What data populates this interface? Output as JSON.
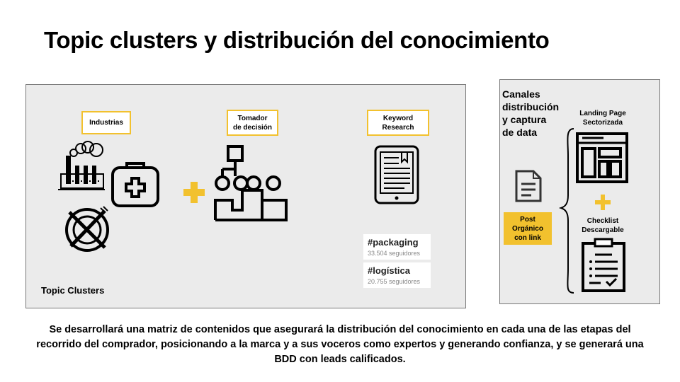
{
  "title": "Topic clusters y distribución del conocimiento",
  "left_panel": {
    "label_industrias": "Industrias",
    "label_tomador": "Tomador\nde decisión",
    "label_keyword": "Keyword\nResearch",
    "topic_clusters": "Topic Clusters",
    "hashtags": [
      {
        "tag": "#packaging",
        "followers": "33.504 seguidores"
      },
      {
        "tag": "#logística",
        "followers": "20.755 seguidores"
      }
    ],
    "icons": [
      "factory-icon",
      "medical-kit-icon",
      "no-food-icon",
      "plus-icon",
      "decision-maker-icon",
      "tablet-document-icon"
    ]
  },
  "right_panel": {
    "heading": "Canales\ndistribución\ny captura\nde data",
    "landing_label": "Landing Page\nSectorizada",
    "checklist_label": "Checklist\nDescargable",
    "post_label": "Post\nOrgánico\ncon link",
    "icons": [
      "document-icon",
      "landing-page-icon",
      "plus-icon",
      "checklist-icon",
      "brace-icon"
    ]
  },
  "footer": "Se desarrollará una matriz de contenidos que asegurará la distribución del conocimiento en cada una de las etapas del recorrido del comprador, posicionando a la marca y a sus voceros como expertos y generando confianza, y se generará una BDD con leads calificados.",
  "colors": {
    "accent": "#f2c12e",
    "panel": "#ebebeb"
  }
}
